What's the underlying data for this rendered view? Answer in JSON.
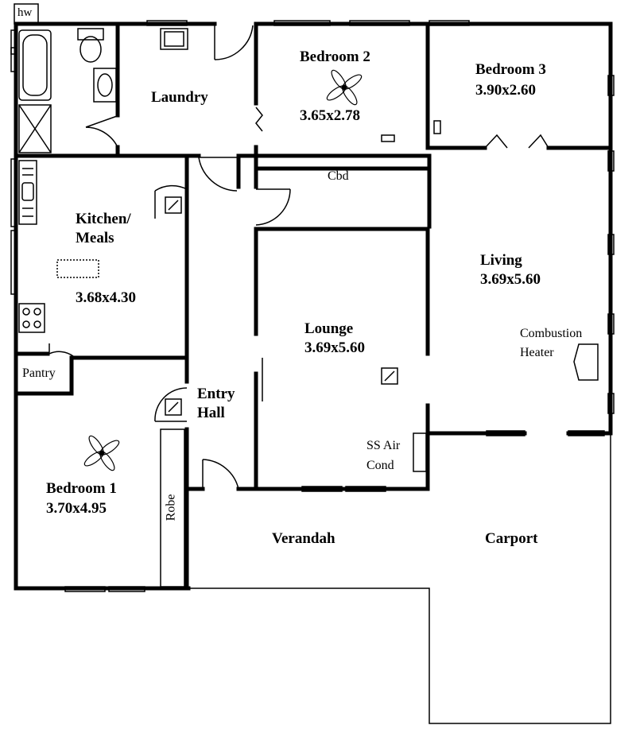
{
  "labels": {
    "hw": "hw",
    "laundry": "Laundry",
    "bedroom2": "Bedroom 2",
    "bedroom2_size": "3.65x2.78",
    "bedroom3": "Bedroom 3",
    "bedroom3_size": "3.90x2.60",
    "cbd": "Cbd",
    "kitchen_line1": "Kitchen/",
    "kitchen_line2": "Meals",
    "kitchen_size": "3.68x4.30",
    "living": "Living",
    "living_size": "3.69x5.60",
    "lounge": "Lounge",
    "lounge_size": "3.69x5.60",
    "heater_line1": "Combustion",
    "heater_line2": "Heater",
    "pantry": "Pantry",
    "entry_line1": "Entry",
    "entry_line2": "Hall",
    "bedroom1": "Bedroom 1",
    "bedroom1_size": "3.70x4.95",
    "robe": "Robe",
    "aircon_line1": "SS Air",
    "aircon_line2": "Cond",
    "verandah": "Verandah",
    "carport": "Carport"
  },
  "colors": {
    "wall": "#000000",
    "background": "#ffffff"
  },
  "icons": [
    "ceiling-fan-icon",
    "bathtub-icon",
    "toilet-icon",
    "basin-icon",
    "shower-icon",
    "stove-icon",
    "sink-icon",
    "combustion-heater-icon",
    "vent-icon"
  ]
}
